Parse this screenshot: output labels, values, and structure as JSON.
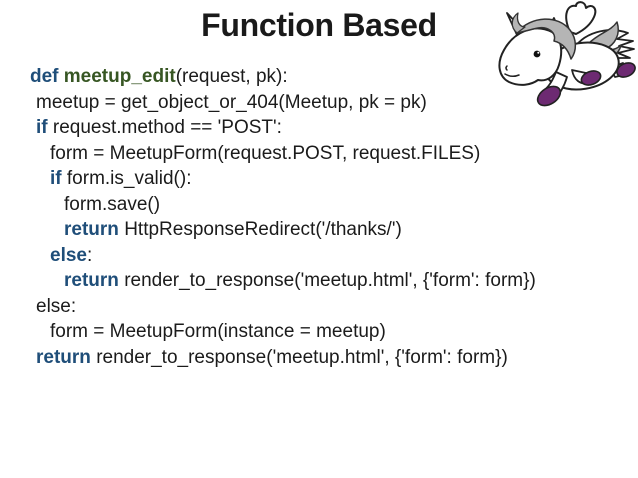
{
  "slide": {
    "title": "Function Based",
    "background": "#ffffff"
  },
  "colors": {
    "title_text": "#1a1a1a",
    "code_text": "#1b1b1b",
    "keyword": "#1f4e79",
    "function_name": "#375623",
    "hoof": "#6d2a72",
    "mane": "#b5b5b5",
    "outline": "#222222"
  },
  "illustration": {
    "name": "flying-unicorn-pegasus",
    "description": "white cartoon winged unicorn with gray mane and purple hooves"
  },
  "code": {
    "language": "python",
    "lines": [
      {
        "indent": 0,
        "segments": [
          {
            "text": "def ",
            "style": "keyword"
          },
          {
            "text": "meetup_edit",
            "style": "function"
          },
          {
            "text": "(request, pk):",
            "style": "plain"
          }
        ]
      },
      {
        "indent": 1,
        "segments": [
          {
            "text": "meetup = get_object_or_404(Meetup, pk = pk)",
            "style": "plain"
          }
        ]
      },
      {
        "indent": 1,
        "segments": [
          {
            "text": "if ",
            "style": "keyword"
          },
          {
            "text": "request.method == 'POST':",
            "style": "plain"
          }
        ]
      },
      {
        "indent": 2,
        "segments": [
          {
            "text": "form = MeetupForm(request.POST, request.FILES)",
            "style": "plain"
          }
        ]
      },
      {
        "indent": 2,
        "segments": [
          {
            "text": "if ",
            "style": "keyword"
          },
          {
            "text": "form.is_valid():",
            "style": "plain"
          }
        ]
      },
      {
        "indent": 3,
        "segments": [
          {
            "text": "form.save()",
            "style": "plain"
          }
        ]
      },
      {
        "indent": 3,
        "segments": [
          {
            "text": "return ",
            "style": "keyword"
          },
          {
            "text": "HttpResponseRedirect('/thanks/')",
            "style": "plain"
          }
        ]
      },
      {
        "indent": 2,
        "segments": [
          {
            "text": "else",
            "style": "keyword"
          },
          {
            "text": ":",
            "style": "plain"
          }
        ]
      },
      {
        "indent": 3,
        "segments": [
          {
            "text": "return ",
            "style": "keyword"
          },
          {
            "text": "render_to_response('meetup.html', {'form': form})",
            "style": "plain"
          }
        ]
      },
      {
        "indent": 1,
        "segments": [
          {
            "text": "else:",
            "style": "plain"
          }
        ]
      },
      {
        "indent": 2,
        "segments": [
          {
            "text": "form = MeetupForm(instance = meetup)",
            "style": "plain"
          }
        ]
      },
      {
        "indent": 1,
        "segments": [
          {
            "text": "return ",
            "style": "keyword"
          },
          {
            "text": "render_to_response('meetup.html', {'form': form})",
            "style": "plain"
          }
        ]
      }
    ]
  }
}
